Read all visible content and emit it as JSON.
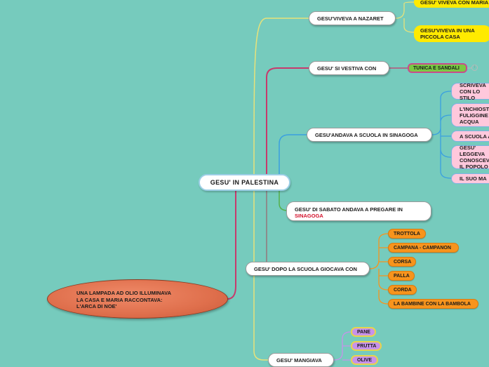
{
  "center": "GESU' IN PALESTINA",
  "lamp": "UNA LAMPADA AD OLIO ILLUMINAVA\nLA CASA E MARIA RACCONTAVA:\nL'ARCA DI NOE'",
  "branches": {
    "nazaret": {
      "label": "GESU'VIVEVA A NAZARET",
      "children": [
        "GESU' VIVEVA CON MARIA",
        "GESU'VIVEVA IN UNA PICCOLA CASA"
      ]
    },
    "vestiva": {
      "label": "GESU' SI VESTIVA CON",
      "children": [
        "TUNICA E SANDALI"
      ]
    },
    "scuola": {
      "label": "GESU'ANDAVA A SCUOLA IN SINAGOGA",
      "children": [
        "SCRIVEVA CON LO STILO",
        "L'INCHIOSTRO FULIGGINE E ACQUA",
        "A SCUOLA A",
        "GESU' LEGGEVA CONOSCEVA IL POPOLO",
        "IL SUO MA"
      ]
    },
    "sabato": {
      "label": "GESU' DI SABATO ANDAVA A PREGARE IN",
      "label_highlight": "SINAGOGA"
    },
    "gioco": {
      "label": "GESU' DOPO LA SCUOLA GIOCAVA CON",
      "children": [
        "TROTTOLA",
        "CAMPANA - CAMPANON",
        "CORSA",
        "PALLA",
        "CORDA",
        "LA BAMBINE CON LA BAMBOLA"
      ]
    },
    "mangiava": {
      "label": "GESU' MANGIAVA",
      "children": [
        "PANE",
        "FRUTTA",
        "OLIVE"
      ]
    }
  },
  "icons": {
    "info": "info-icon"
  },
  "colors": {
    "background": "#76cbbd",
    "nazaret_link": "#e8e27a",
    "vestiva_link": "#c73a6c",
    "scuola_link": "#3aa0e0",
    "sabato_link": "#55b04a",
    "gioco_link": "#8c8c8c",
    "mangiava_link": "#e8e27a",
    "lamp_link": "#c73a6c"
  }
}
